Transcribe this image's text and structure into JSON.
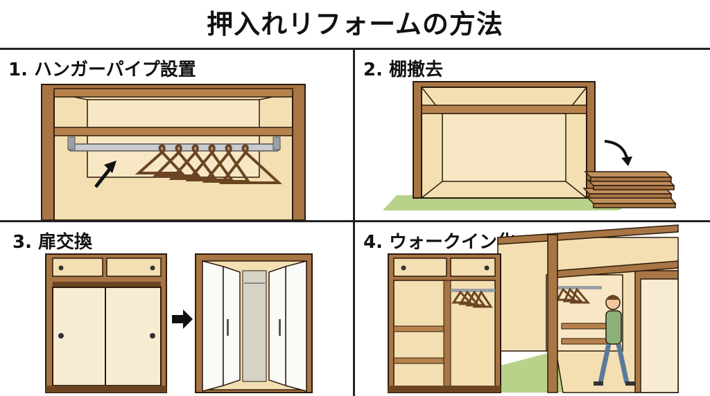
{
  "title": "押入れリフォームの方法",
  "panels": [
    {
      "label": "1. ハンガーパイプ設置"
    },
    {
      "label": "2. 棚撤去"
    },
    {
      "label": "3. 扉交換"
    },
    {
      "label": "4. ウォークイン化"
    }
  ],
  "colors": {
    "wood": "#a87544",
    "wood_dark": "#6b4522",
    "wall": "#f3dfb2",
    "wall_dark": "#e6c78f",
    "tatami": "#b9d28a",
    "pipe": "#c8ccd0",
    "door_white": "#fafaf7",
    "outline": "#2a1a0c"
  }
}
